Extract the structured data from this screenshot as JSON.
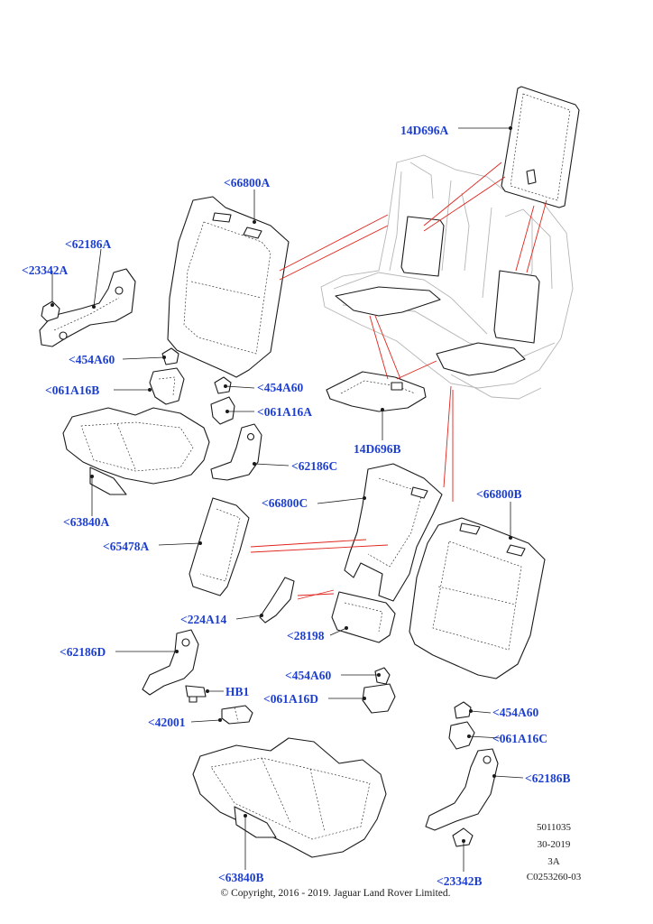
{
  "labels": {
    "hr_top": "14D696A",
    "back_left": "<66800A",
    "hinge_left": "<62186A",
    "clip_left": "<23342A",
    "bolt_a": "<454A60",
    "cover_b": "<061A16B",
    "bolt_b": "<454A60",
    "cover_a": "<061A16A",
    "hinge_c": "<62186C",
    "hr_bottom": "14D696B",
    "cush_left": "<63840A",
    "back_center": "<66800C",
    "back_right": "<66800B",
    "armrest": "<65478A",
    "bracket": "<224A14",
    "panel": "<28198",
    "hinge_d": "<62186D",
    "hb1": "HB1",
    "bolt_c": "<454A60",
    "cover_d": "<061A16D",
    "cap": "<42001",
    "bolt_d": "<454A60",
    "cover_c": "<061A16C",
    "hinge_b": "<62186B",
    "cush_right": "<63840B",
    "clip_right": "<23342B"
  },
  "info": {
    "line1": "5011035",
    "line2": "30-2019",
    "line3": "3A",
    "line4": "C0253260-03"
  },
  "copyright": "© Copyright, 2016 - 2019. Jaguar Land Rover Limited.",
  "colors": {
    "label": "#1d3fd0",
    "reference_line": "#e0241c",
    "ink": "#1a1a1a",
    "ghost": "#b5b5b5"
  }
}
